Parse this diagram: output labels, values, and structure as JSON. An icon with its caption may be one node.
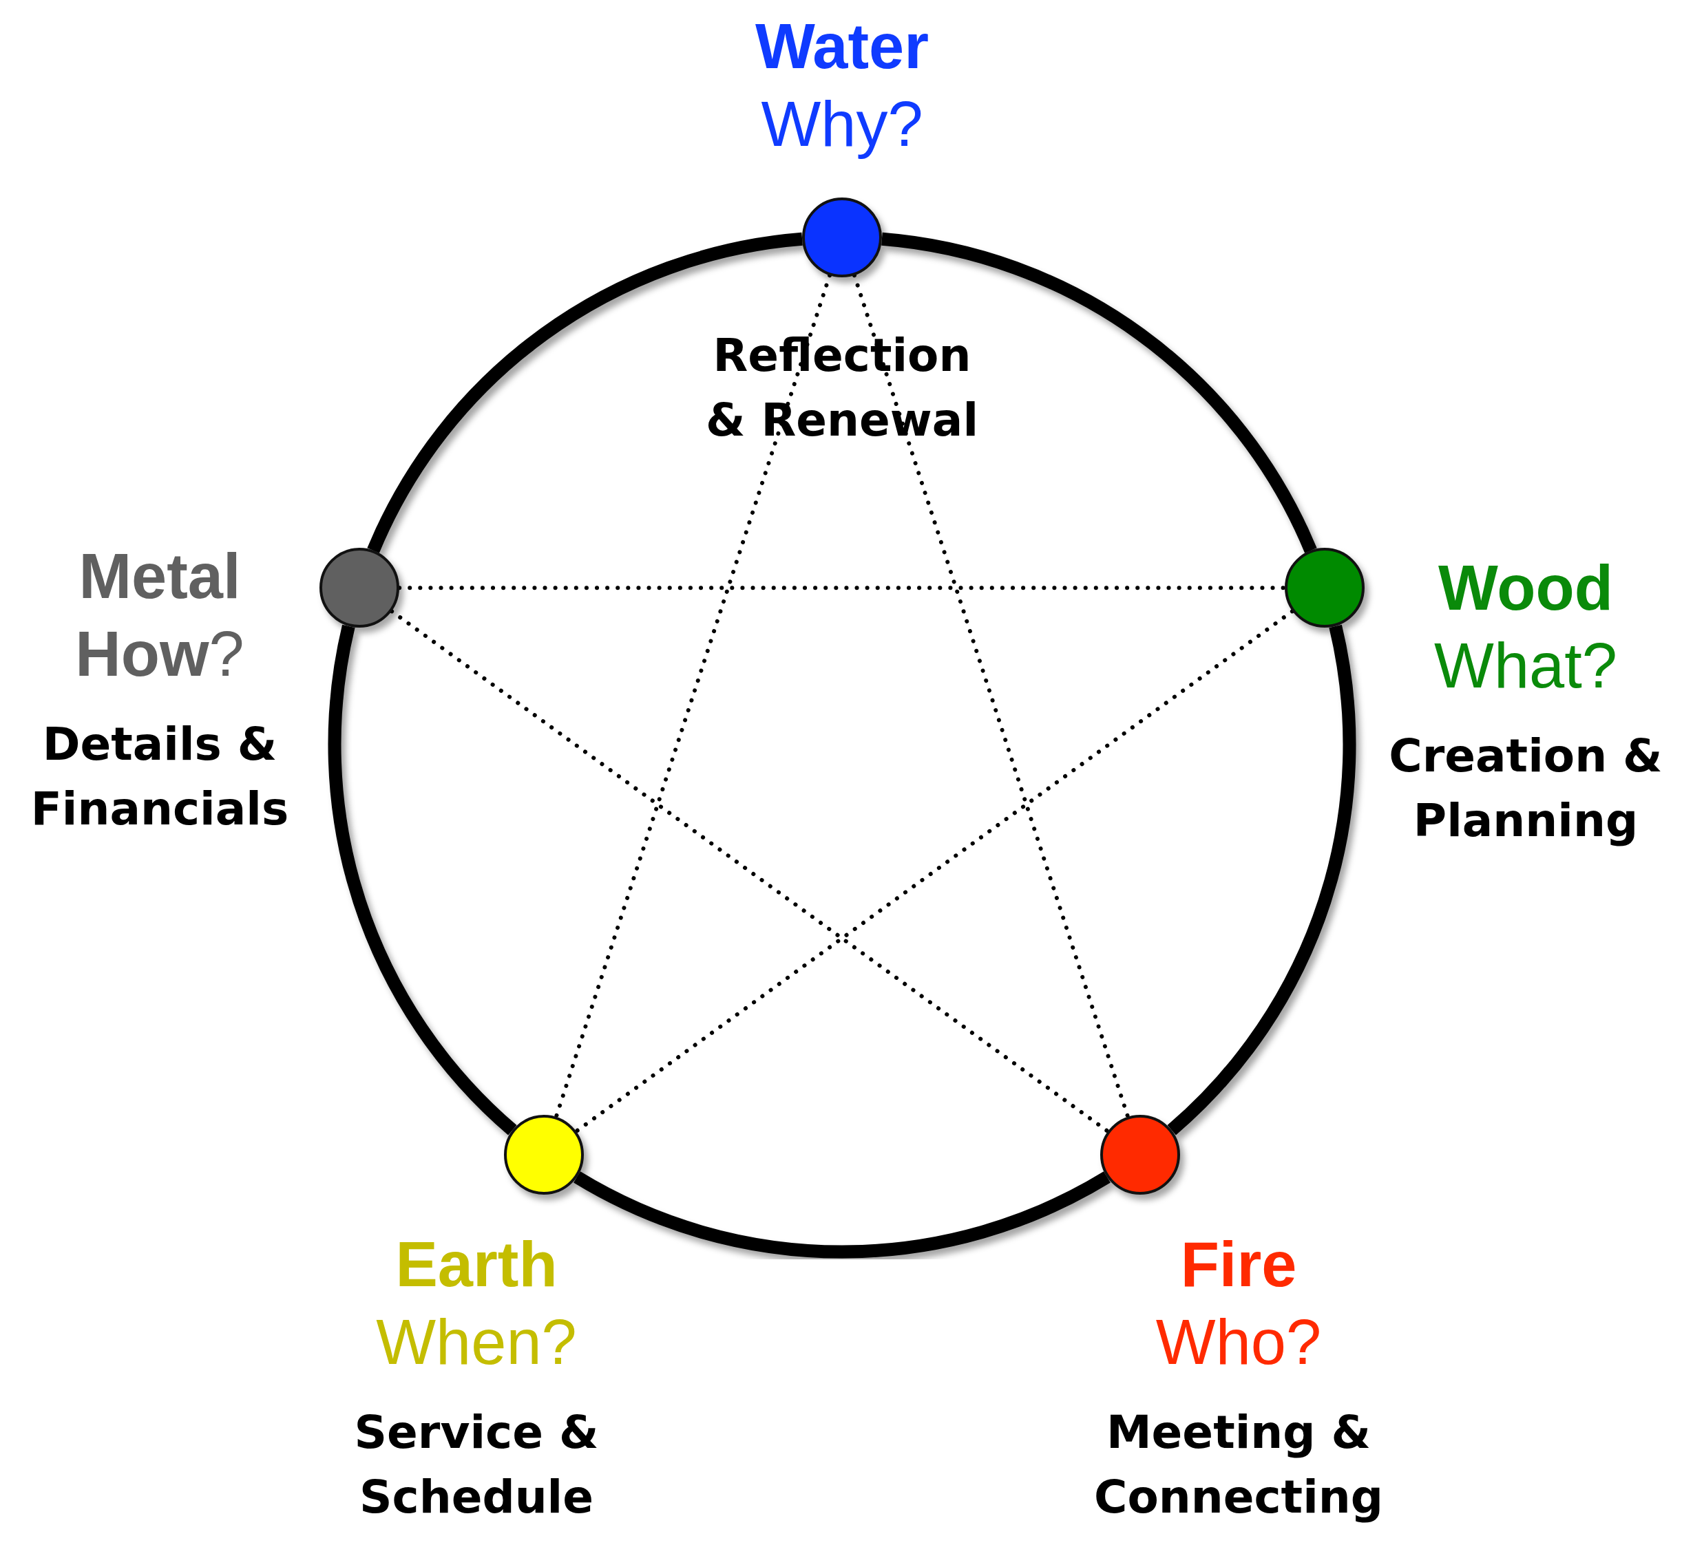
{
  "diagram": {
    "nodes": [
      {
        "text": [],
        "shape": "circle",
        "beside": [
          "Water",
          "Why?"
        ]
      },
      {
        "text": [],
        "shape": "circle",
        "beside": [
          "Metal",
          "**How**?",
          "Details & Financials"
        ]
      },
      {
        "text": [],
        "shape": "circle",
        "beside": [
          "Wood",
          "What?",
          "Creation & Planning"
        ]
      },
      {
        "text": [],
        "shape": "circle",
        "beside": [
          "Earth",
          "When?",
          "Service & Schedule"
        ]
      },
      {
        "text": [],
        "shape": "circle",
        "beside": [
          "Fire",
          "Who?",
          "Meeting & Connecting"
        ]
      }
    ],
    "edges": [
      {
        "from": 0,
        "to": 2,
        "arrow": "none",
        "style": "thick"
      },
      {
        "from": 2,
        "to": 4,
        "arrow": "none",
        "style": "thick"
      },
      {
        "from": 4,
        "to": 3,
        "arrow": "none",
        "style": "thick"
      },
      {
        "from": 3,
        "to": 1,
        "arrow": "none",
        "style": "thick"
      },
      {
        "from": 1,
        "to": 0,
        "arrow": "none",
        "style": "thick"
      },
      {
        "from": 0,
        "to": 3,
        "arrow": "none",
        "style": "dashed"
      },
      {
        "from": 0,
        "to": 4,
        "arrow": "none",
        "style": "dashed"
      },
      {
        "from": 1,
        "to": 2,
        "arrow": "none",
        "style": "dashed"
      },
      {
        "from": 1,
        "to": 4,
        "arrow": "none",
        "style": "dashed"
      },
      {
        "from": 2,
        "to": 3,
        "arrow": "none",
        "style": "dashed"
      }
    ],
    "labels": [
      "Reflection & Renewal"
    ]
  }
}
